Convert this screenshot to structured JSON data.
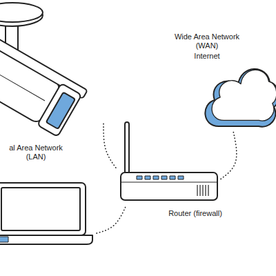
{
  "diagram": {
    "nodes": [
      {
        "text": []
      },
      {
        "text": []
      },
      {
        "text": [
          "Router (firewall)"
        ]
      },
      {
        "text": [
          "Wide Area Network (WAN)",
          "Internet"
        ]
      }
    ],
    "edges": [
      {
        "from": 0,
        "to": 2,
        "arrow": "none"
      },
      {
        "from": 1,
        "to": 2,
        "arrow": "none"
      },
      {
        "from": 2,
        "to": 3,
        "arrow": "none"
      }
    ],
    "labels": [
      "al Area Network (LAN)"
    ]
  }
}
